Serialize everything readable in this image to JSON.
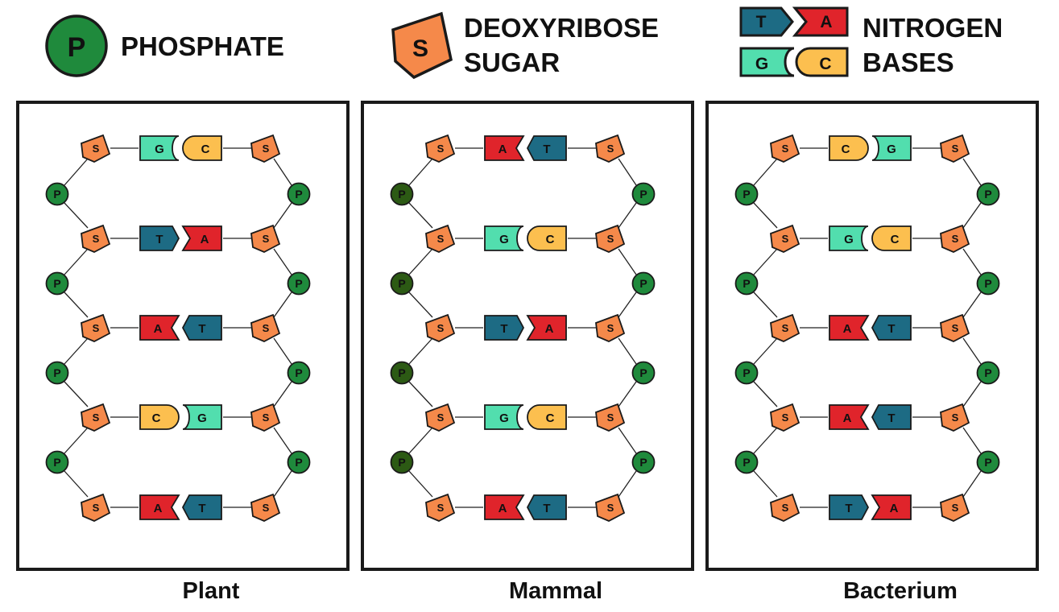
{
  "legend": {
    "phosphate": {
      "symbol": "P",
      "label": "PHOSPHATE"
    },
    "sugar": {
      "symbol": "S",
      "label_line1": "DEOXYRIBOSE",
      "label_line2": "SUGAR"
    },
    "bases": {
      "pair1": [
        "T",
        "A"
      ],
      "pair2": [
        "G",
        "C"
      ],
      "label_line1": "NITROGEN",
      "label_line2": "BASES"
    }
  },
  "symbols": {
    "phosphate": "P",
    "sugar": "S"
  },
  "colors": {
    "phosphate": "#1f8a3c",
    "phosphate_dark": "#2c5a14",
    "sugar": "#f5894a",
    "T": "#1d6b84",
    "A": "#e0242b",
    "G": "#52deae",
    "C": "#fcbf4f",
    "outline": "#1a1a1a"
  },
  "panels": [
    {
      "label": "Plant",
      "phosphate_shade": "normal",
      "pairs": [
        [
          "G",
          "C"
        ],
        [
          "T",
          "A"
        ],
        [
          "A",
          "T"
        ],
        [
          "C",
          "G"
        ],
        [
          "A",
          "T"
        ]
      ]
    },
    {
      "label": "Mammal",
      "phosphate_shade": "left-dark",
      "pairs": [
        [
          "A",
          "T"
        ],
        [
          "G",
          "C"
        ],
        [
          "T",
          "A"
        ],
        [
          "G",
          "C"
        ],
        [
          "A",
          "T"
        ]
      ]
    },
    {
      "label": "Bacterium",
      "phosphate_shade": "normal",
      "pairs": [
        [
          "C",
          "G"
        ],
        [
          "G",
          "C"
        ],
        [
          "A",
          "T"
        ],
        [
          "A",
          "T"
        ],
        [
          "T",
          "A"
        ]
      ]
    }
  ]
}
